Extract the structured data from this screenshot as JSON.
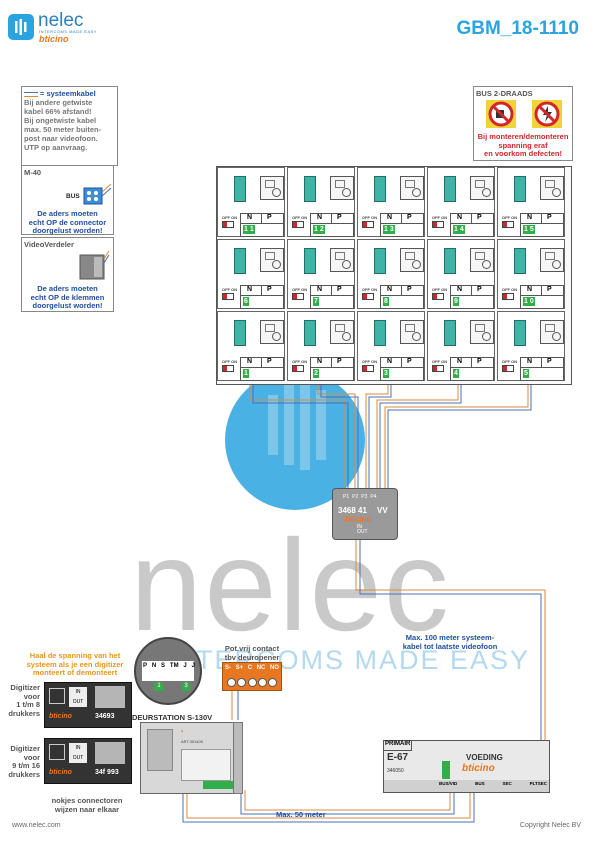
{
  "header": {
    "logo_name": "nelec",
    "logo_tagline": "INTERCOMS MADE EASY",
    "logo_brand": "bticino",
    "doc_code": "GBM_18-1110"
  },
  "legend_box": {
    "line1": "= systeemkabel",
    "lines": [
      "Bij andere getwiste",
      "kabel 66% afstand!",
      "Bij ongetwiste kabel",
      "max. 50 meter buiten-",
      "post naar videofoon.",
      "UTP op aanvraag."
    ]
  },
  "m40_box": {
    "title": "M-40",
    "bus_label": "BUS",
    "note": [
      "De aders moeten",
      "echt OP de connector",
      "doorgelust worden!"
    ]
  },
  "vv_box": {
    "title": "VideoVerdeler",
    "note": [
      "De aders moeten",
      "echt OP de klemmen",
      "doorgelust worden!"
    ]
  },
  "bus_box": {
    "title": "BUS 2-DRAADS",
    "note": [
      "Bij monteren/demonteren",
      "spanning eraf",
      "en voorkom defecten!"
    ]
  },
  "phone_grid": {
    "switch_label": "OFF ON",
    "n_label": "N",
    "p_label": "P",
    "rows": [
      [
        "1 1",
        "1 2",
        "1 3",
        "1 4",
        "1 5"
      ],
      [
        "6",
        "7",
        "8",
        "9",
        "1 0"
      ],
      [
        "1",
        "2",
        "3",
        "4",
        "5"
      ]
    ]
  },
  "video_distributor": {
    "ports": [
      "P1",
      "P2",
      "P3",
      "P4"
    ],
    "model": "3468 41",
    "vv": "VV",
    "brand": "bticino",
    "in_label": "IN",
    "out_label": "OUT"
  },
  "annotations": {
    "max100": [
      "Max. 100 meter systeem-",
      "kabel tot laatste videofoon"
    ],
    "max50": "Max. 50 meter",
    "digitizer_warning": [
      "Haal de spanning van het",
      "systeem als je een digitizer",
      "monteert of demonteert"
    ],
    "digitizer1": [
      "Digitizer",
      "voor",
      "1 t/m 8",
      "drukkers"
    ],
    "digitizer2": [
      "Digitizer",
      "voor",
      "9 t/m 16",
      "drukkers"
    ],
    "connectors_note": [
      "nokjes connectoren",
      "wijzen naar elkaar"
    ],
    "contact_note": [
      "Pot.vrij contact",
      "tbv deuropener"
    ]
  },
  "digitizers": [
    {
      "brand": "bticino",
      "model": "34693",
      "in_label": "IN",
      "out_label": "OUT"
    },
    {
      "brand": "bticino",
      "model": "34f 993",
      "in_label": "IN",
      "out_label": "OUT"
    }
  ],
  "door_station": {
    "title": "DEURSTATION S-130V",
    "terminal_labels": [
      "P",
      "N",
      "S",
      "TM",
      "J",
      "J"
    ],
    "terminal_numbers": [
      "1",
      "3"
    ],
    "art_label": "ART.351400"
  },
  "contact_block": {
    "labels": [
      "S-",
      "S+",
      "C",
      "NC",
      "NO"
    ]
  },
  "power_supply": {
    "primary_label": "PRIMAIR",
    "model": "E-67",
    "title": "VOEDING",
    "brand": "bticino",
    "art": "346050",
    "out_labels": [
      "BUS/VID",
      "BUS",
      "SEC",
      "PLTSEC"
    ]
  },
  "watermark": {
    "word": "nelec",
    "tagline": "INTERCOMS MADE EASY"
  },
  "footer": {
    "left": "www.nelec.com",
    "right": "Copyright Nelec BV"
  },
  "colors": {
    "brand_blue": "#2aa3df",
    "brand_orange": "#e87722",
    "text_blue": "#1f4fa0",
    "text_red": "#d2262a",
    "wire_orange": "#d98a3c",
    "wire_blue": "#4a6fb8",
    "terminal_green": "#2fae4a"
  }
}
